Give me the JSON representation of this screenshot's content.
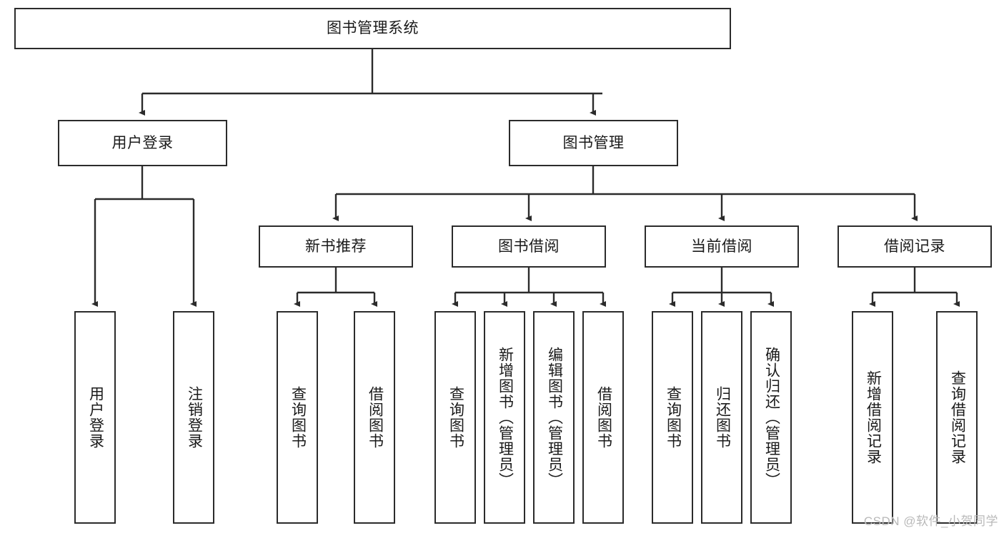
{
  "diagram": {
    "title": "图书管理系统",
    "type": "tree-hierarchy",
    "watermark": "CSDN @软件_小贺同学",
    "colors": {
      "box_border": "#2b2b2b",
      "box_fill": "#ffffff",
      "connector": "#2b2b2b",
      "text": "#1a1a1a",
      "watermark": "#b9b9b9",
      "background": "#ffffff"
    },
    "levels": {
      "root": {
        "label": "图书管理系统"
      },
      "level2": [
        {
          "label": "用户登录"
        },
        {
          "label": "图书管理"
        }
      ],
      "level3": [
        {
          "label": "新书推荐"
        },
        {
          "label": "图书借阅"
        },
        {
          "label": "当前借阅"
        },
        {
          "label": "借阅记录"
        }
      ],
      "leaves": {
        "user_login": [
          {
            "label": "用户登录"
          },
          {
            "label": "注销登录"
          }
        ],
        "new_book_recommend": [
          {
            "label": "查询图书"
          },
          {
            "label": "借阅图书"
          }
        ],
        "book_borrow": [
          {
            "label": "查询图书"
          },
          {
            "label": "新增图书（管理员）"
          },
          {
            "label": "编辑图书（管理员）"
          },
          {
            "label": "借阅图书"
          }
        ],
        "current_borrow": [
          {
            "label": "查询图书"
          },
          {
            "label": "归还图书"
          },
          {
            "label": "确认归还（管理员）"
          }
        ],
        "borrow_record": [
          {
            "label": "新增借阅记录"
          },
          {
            "label": "查询借阅记录"
          }
        ]
      }
    }
  }
}
